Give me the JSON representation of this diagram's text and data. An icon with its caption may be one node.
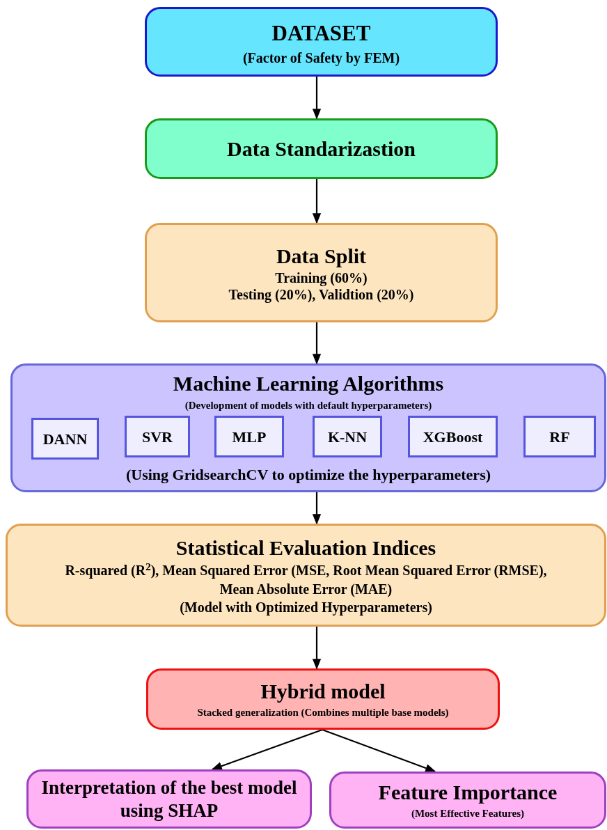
{
  "diagram": {
    "nodes": [
      {
        "text": [
          "DATASET",
          "(Factor of Safety by FEM)"
        ]
      },
      {
        "text": [
          "Data Standarizastion"
        ]
      },
      {
        "text": [
          "Data Split",
          "Training (60%)",
          "Testing (20%), Validtion (20%)"
        ]
      },
      {
        "text": [
          "Machine Learning Algorithms",
          "(Development of models with default hyperparameters)",
          "(Using GridsearchCV to optimize the hyperparameters)"
        ]
      },
      {
        "text": [
          "DANN"
        ],
        "in": 3
      },
      {
        "text": [
          "SVR"
        ],
        "in": 3
      },
      {
        "text": [
          "MLP"
        ],
        "in": 3
      },
      {
        "text": [
          "K-NN"
        ],
        "in": 3
      },
      {
        "text": [
          "XGBoost"
        ],
        "in": 3
      },
      {
        "text": [
          "RF"
        ],
        "in": 3
      },
      {
        "text": [
          "Statistical Evaluation Indices",
          "R-squared (R$^{2}$), Mean Squared Error (MSE, Root Mean Squared Error (RMSE), Mean Absolute Error (MAE)",
          "(Model with Optimized Hyperparameters)"
        ]
      },
      {
        "text": [
          "Hybrid model",
          "Stacked generalization (Combines multiple base models)"
        ]
      },
      {
        "text": [
          "Interpretation of the best model using SHAP"
        ]
      },
      {
        "text": [
          "Feature Importance",
          "(Most Effective Features)"
        ]
      }
    ],
    "edges": [
      {
        "from": 0,
        "to": 1,
        "arrow": "to"
      },
      {
        "from": 1,
        "to": 2,
        "arrow": "to"
      },
      {
        "from": 2,
        "to": 3,
        "arrow": "to"
      },
      {
        "from": 3,
        "to": 10,
        "arrow": "to"
      },
      {
        "from": 10,
        "to": 11,
        "arrow": "to"
      },
      {
        "from": 11,
        "to": 12,
        "arrow": "to"
      },
      {
        "from": 11,
        "to": 13,
        "arrow": "to"
      }
    ]
  }
}
